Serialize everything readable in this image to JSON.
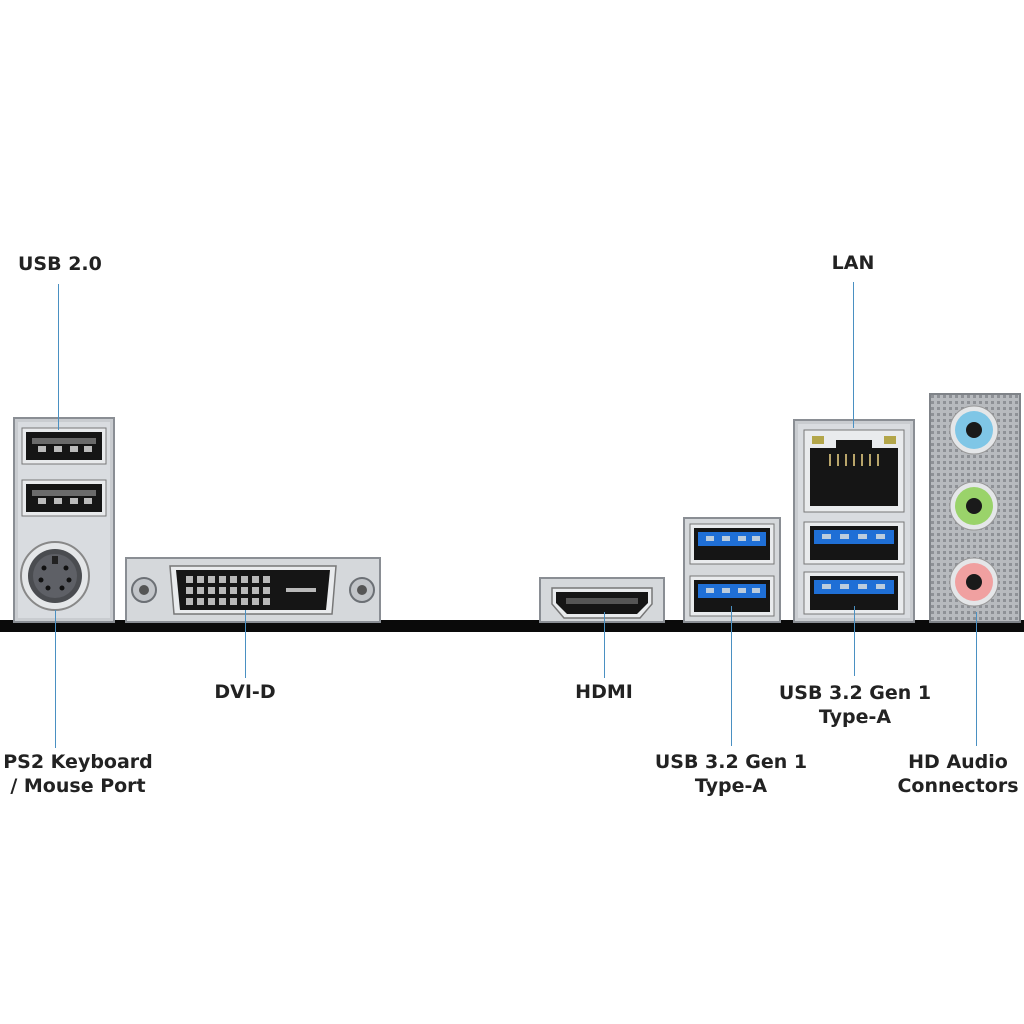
{
  "labels": {
    "usb20": "USB 2.0",
    "lan": "LAN",
    "dvi": "DVI-D",
    "hdmi": "HDMI",
    "usb32_right_1": "USB 3.2 Gen 1",
    "usb32_right_2": "Type-A",
    "usb32_mid_1": "USB 3.2 Gen 1",
    "usb32_mid_2": "Type-A",
    "ps2_1": "PS2 Keyboard",
    "ps2_2": "/ Mouse Port",
    "audio_1": "HD Audio",
    "audio_2": "Connectors"
  },
  "colors": {
    "leader_line": "#4a90c2",
    "usb3_blue": "#1f6fd6",
    "audio_blue": "#7fc6e6",
    "audio_green": "#9ad36a",
    "audio_pink": "#f0a0a0",
    "metal": "#c9ccd0"
  }
}
